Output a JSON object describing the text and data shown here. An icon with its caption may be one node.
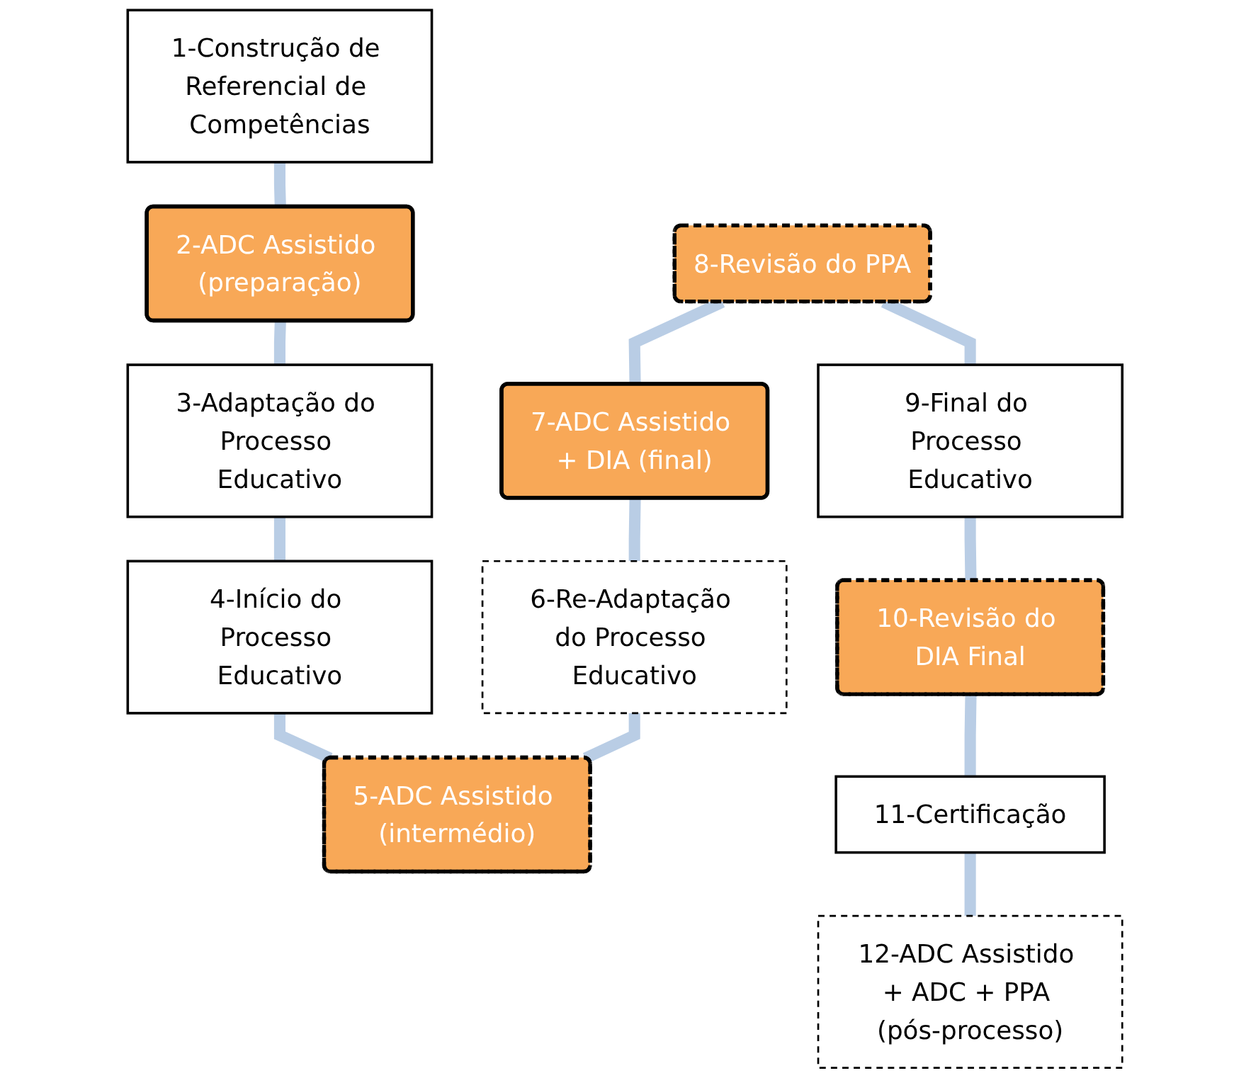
{
  "diagram": {
    "nodes": [
      {
        "text": [
          "1-Construção de Referencial de Competências"
        ]
      },
      {
        "text": [
          "2-ADC Assistido (preparação)"
        ]
      },
      {
        "text": [
          "3-Adaptação do Processo Educativo"
        ]
      },
      {
        "text": [
          "4-Início do Processo Educativo"
        ]
      },
      {
        "text": [
          "5-ADC Assistido (intermédio)"
        ]
      },
      {
        "text": [
          "6-Re-Adaptação do Processo Educativo"
        ]
      },
      {
        "text": [
          "7-ADC Assistido + DIA (final)"
        ]
      },
      {
        "text": [
          "8-Revisão do PPA"
        ]
      },
      {
        "text": [
          "9-Final do Processo Educativo"
        ]
      },
      {
        "text": [
          "10-Revisão do DIA Final"
        ]
      },
      {
        "text": [
          "11-Certificação"
        ]
      },
      {
        "text": [
          "12-ADC Assistido + ADC + PPA (pós-processo)"
        ]
      }
    ],
    "edges": [
      {
        "from": 0,
        "to": 1,
        "arrow": "none"
      },
      {
        "from": 1,
        "to": 2,
        "arrow": "none"
      },
      {
        "from": 2,
        "to": 3,
        "arrow": "none"
      },
      {
        "from": 3,
        "to": 4,
        "arrow": "none"
      },
      {
        "from": 4,
        "to": 5,
        "arrow": "none"
      },
      {
        "from": 5,
        "to": 6,
        "arrow": "none"
      },
      {
        "from": 6,
        "to": 7,
        "arrow": "none"
      },
      {
        "from": 7,
        "to": 8,
        "arrow": "none"
      },
      {
        "from": 8,
        "to": 9,
        "arrow": "none"
      },
      {
        "from": 9,
        "to": 10,
        "arrow": "none"
      },
      {
        "from": 10,
        "to": 11,
        "arrow": "none"
      }
    ]
  }
}
